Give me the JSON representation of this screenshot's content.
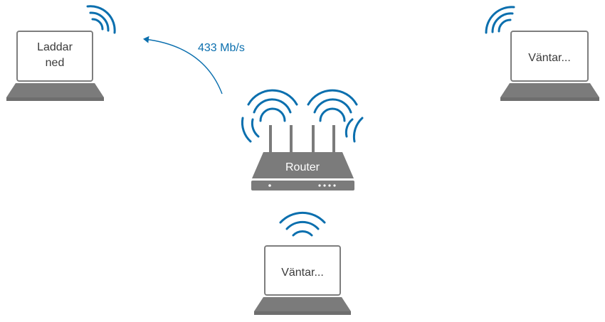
{
  "colors": {
    "accent": "#0b6fae",
    "device_dark": "#7b7b7b",
    "device_base": "#6e6e6e",
    "device_outline": "#7e7e7e",
    "screen_fill": "#ffffff",
    "background": "#ffffff"
  },
  "router": {
    "label": "Router"
  },
  "laptops": [
    {
      "status_line1": "Laddar",
      "status_line2": "ned"
    },
    {
      "status_line1": "Väntar...",
      "status_line2": ""
    },
    {
      "status_line1": "Väntar...",
      "status_line2": ""
    }
  ],
  "transfer": {
    "speed_label": "433 Mb/s"
  },
  "icons": {
    "wifi": "wifi-waves-icon",
    "router": "router-icon",
    "laptop": "laptop-icon",
    "arrow": "arrow-up-left-icon"
  }
}
